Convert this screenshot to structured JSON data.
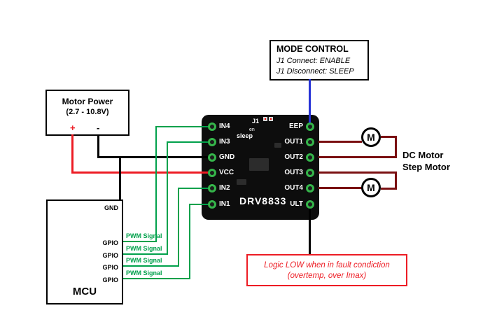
{
  "colors": {
    "wire-green": "#00a14b",
    "wire-red": "#ed1c24",
    "wire-black": "#000000",
    "wire-blue": "#2632d6",
    "wire-maroon": "#7a1012",
    "fault-red": "#ed1c24",
    "board-bg": "#0d0d0d",
    "pin-green": "#35b54a"
  },
  "power_box": {
    "title": "Motor Power",
    "range": "(2.7 - 10.8V)",
    "plus": "+",
    "minus": "-"
  },
  "mcu": {
    "gnd": "GND",
    "gpio": [
      "GPIO",
      "GPIO",
      "GPIO",
      "GPIO"
    ],
    "pwm_labels": [
      "PWM Signal",
      "PWM Signal",
      "PWM Signal",
      "PWM Signal"
    ],
    "name": "MCU"
  },
  "board": {
    "left_pins": [
      "IN4",
      "IN3",
      "GND",
      "VCC",
      "IN2",
      "IN1"
    ],
    "right_pins": [
      "EEP",
      "OUT1",
      "OUT2",
      "OUT3",
      "OUT4",
      "ULT"
    ],
    "jumper_label": "J1",
    "en_label": "en",
    "sleep_label": "sleep",
    "chip_name": "DRV8833"
  },
  "mode_control": {
    "title": "MODE CONTROL",
    "line1": "J1 Connect: ENABLE",
    "line2": "J1 Disconnect: SLEEP"
  },
  "motors": {
    "symbol": "M",
    "label_line1": "DC Motor",
    "label_line2": "Step Motor"
  },
  "fault_note": {
    "line1": "Logic LOW when in fault condiction",
    "line2": "(overtemp, over Imax)"
  }
}
